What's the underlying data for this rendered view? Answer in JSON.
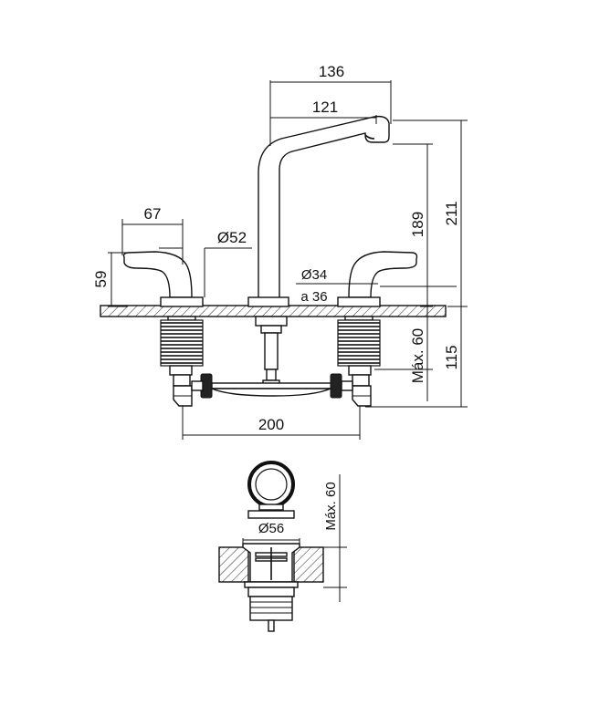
{
  "dimensions": {
    "spout_reach_total": "136",
    "spout_reach_inner": "121",
    "height_total": "211",
    "height_spout": "189",
    "handle_spacing_left": "67",
    "diameter_base_left": "Ø52",
    "handle_height": "59",
    "diameter_hole": "Ø34",
    "hole_range": "a 36",
    "max_thickness": "Máx. 60",
    "depth_below": "115",
    "center_distance": "200",
    "drain_diameter": "Ø56",
    "drain_max_thickness": "Máx. 60"
  },
  "colors": {
    "line": "#111111",
    "hatch_fill": "#ffffff",
    "dark_fill": "#222222"
  }
}
